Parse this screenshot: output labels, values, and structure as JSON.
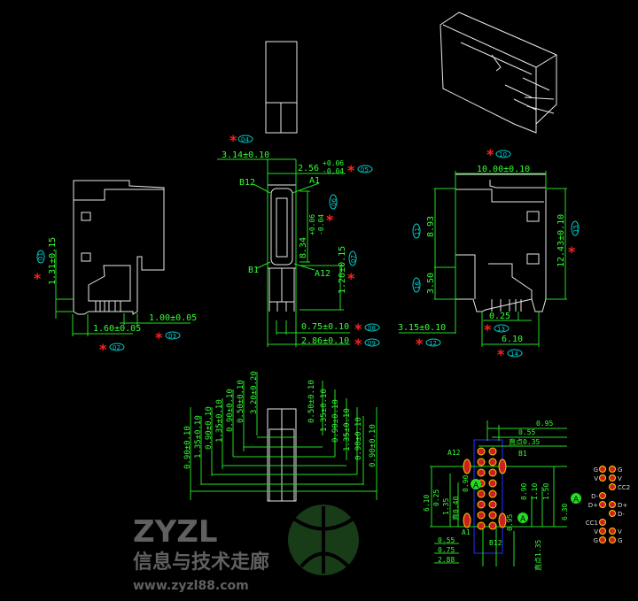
{
  "colors": {
    "background": "#000000",
    "outline": "#e8e8e8",
    "dimension": "#22dd22",
    "balloon": "#00d0d0",
    "critical_mark": "#ff2020",
    "pad": "#cc2020"
  },
  "critical_mark": "*",
  "left_view": {
    "dims": [
      {
        "text": "1.31±0.15",
        "balloon": "01"
      },
      {
        "text": "1.60±0.05",
        "balloon": "02"
      },
      {
        "text": "1.00±0.05",
        "balloon": "03"
      }
    ]
  },
  "front_view": {
    "dims": [
      {
        "text": "3.14±0.10",
        "balloon": "04"
      },
      {
        "text": "2.56",
        "tol_plus": "+0.06",
        "tol_minus": "-0.04",
        "balloon": "05"
      },
      {
        "text": "8.34",
        "tol_plus": "+0.06",
        "tol_minus": "-0.04",
        "balloon": "06"
      },
      {
        "text": "1.20±0.15",
        "balloon": "07"
      },
      {
        "text": "0.75±0.10",
        "balloon": "08"
      },
      {
        "text": "2.86±0.10",
        "balloon": "09"
      }
    ],
    "pin_labels": [
      "B12",
      "A1",
      "B1",
      "A12"
    ]
  },
  "right_view": {
    "dims": [
      {
        "text": "10.00±0.10",
        "balloon": "10"
      },
      {
        "text": "8.93",
        "balloon": "11"
      },
      {
        "text": "3.15±0.10",
        "balloon": "12"
      },
      {
        "text": "0.25",
        "balloon": "13"
      },
      {
        "text": "6.10",
        "balloon": "14"
      },
      {
        "text": "12.43±0.10",
        "balloon": "15"
      },
      {
        "text": "3.50",
        "balloon": "16"
      }
    ]
  },
  "pin_view": {
    "left_dims": [
      "0.90±0.10",
      "1.35±0.10",
      "0.90±0.10",
      "1.35±0.10",
      "0.90±0.10",
      "0.50±0.10",
      "3.20±0.20"
    ],
    "right_dims": [
      "0.50±0.10",
      "1.35±0.10",
      "0.90±0.10",
      "1.35±0.10",
      "0.90±0.10",
      "0.90±0.10"
    ]
  },
  "footprint": {
    "top_dims": [
      "0.95",
      "0.55",
      "直点0.35"
    ],
    "labels": [
      "A12",
      "B1",
      "A1",
      "B12"
    ],
    "left_dims": [
      "6.10",
      "0.25",
      "1.35",
      "直0.40",
      "0.90"
    ],
    "right_dims": [
      "0.90",
      "1.10",
      "1.50",
      "6.30",
      "0.95"
    ],
    "bottom_dims": [
      "0.55",
      "0.75",
      "2.88",
      "直点1.35"
    ],
    "datum": "A",
    "pin_legend": [
      [
        "G",
        "G"
      ],
      [
        "V",
        "V"
      ],
      [
        "",
        "CC2"
      ],
      [
        "D-",
        ""
      ],
      [
        "D+",
        "D+"
      ],
      [
        "",
        "D-"
      ],
      [
        "CC1",
        ""
      ],
      [
        "V",
        "V"
      ],
      [
        "G",
        "G"
      ]
    ]
  },
  "watermark": {
    "brand": "ZYZL",
    "name": "信息与技术走廊",
    "url": "www.zyzl88.com"
  }
}
